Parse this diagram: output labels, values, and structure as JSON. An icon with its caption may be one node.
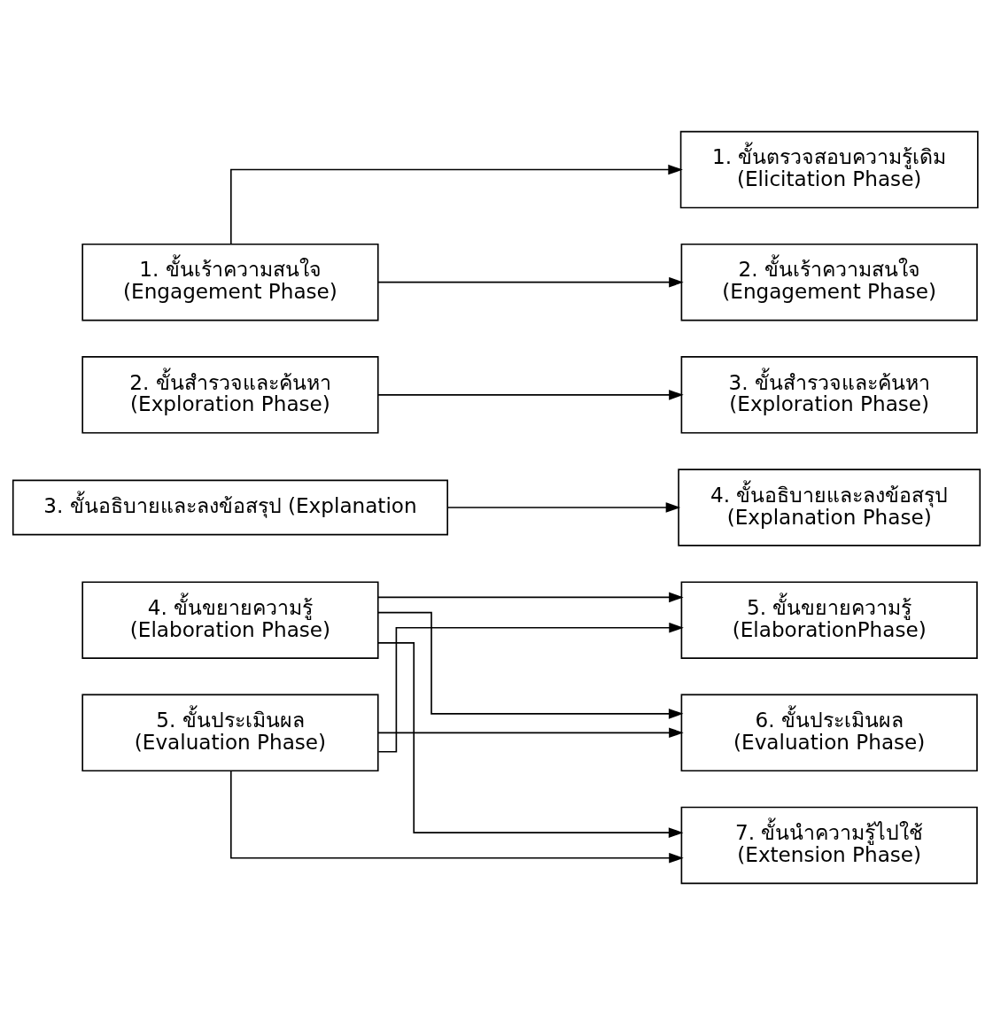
{
  "diagram": {
    "nodes": [
      {
        "text": [
          "1. ขั้นเร้าความสนใจ",
          "(Engagement Phase)"
        ]
      },
      {
        "text": [
          "2. ขั้นสำรวจและค้นหา",
          "(Exploration Phase)"
        ]
      },
      {
        "text": [
          "3. ขั้นอธิบายและลงข้อสรุป (Explanation"
        ]
      },
      {
        "text": [
          "4. ขั้นขยายความรู้",
          "(Elaboration Phase)"
        ]
      },
      {
        "text": [
          "5. ขั้นประเมินผล",
          "(Evaluation Phase)"
        ]
      },
      {
        "text": [
          "1. ขั้นตรวจสอบความรู้เดิม",
          "(Elicitation Phase)"
        ]
      },
      {
        "text": [
          "2. ขั้นเร้าความสนใจ",
          "(Engagement Phase)"
        ]
      },
      {
        "text": [
          "3. ขั้นสำรวจและค้นหา",
          "(Exploration Phase)"
        ]
      },
      {
        "text": [
          "4. ขั้นอธิบายและลงข้อสรุป",
          "(Explanation Phase)"
        ]
      },
      {
        "text": [
          "5. ขั้นขยายความรู้",
          "(ElaborationPhase)"
        ]
      },
      {
        "text": [
          "6. ขั้นประเมินผล",
          "(Evaluation Phase)"
        ]
      },
      {
        "text": [
          "7. ขั้นนำความรู้ไปใช้",
          "(Extension Phase)"
        ]
      }
    ],
    "edges": [
      {
        "from": 0,
        "to": 5,
        "arrow": "to"
      },
      {
        "from": 0,
        "to": 6,
        "arrow": "to"
      },
      {
        "from": 1,
        "to": 7,
        "arrow": "to"
      },
      {
        "from": 2,
        "to": 8,
        "arrow": "to"
      },
      {
        "from": 3,
        "to": 9,
        "arrow": "to"
      },
      {
        "from": 3,
        "to": 10,
        "arrow": "to"
      },
      {
        "from": 3,
        "to": 11,
        "arrow": "to"
      },
      {
        "from": 4,
        "to": 9,
        "arrow": "to"
      },
      {
        "from": 4,
        "to": 10,
        "arrow": "to"
      },
      {
        "from": 4,
        "to": 11,
        "arrow": "to"
      }
    ]
  }
}
